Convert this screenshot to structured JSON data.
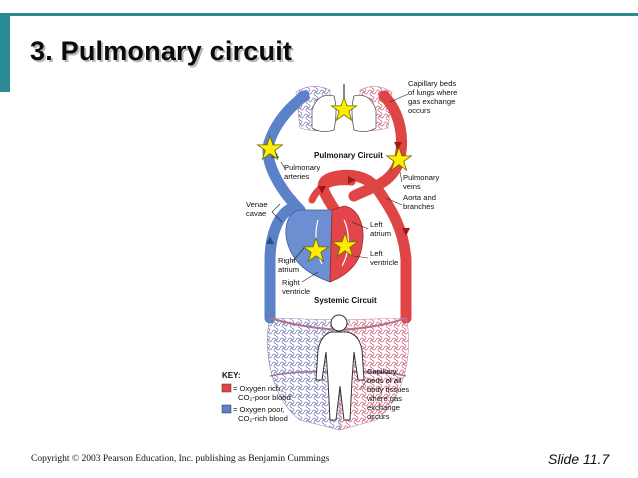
{
  "slide": {
    "title": "3. Pulmonary circuit",
    "copyright": "Copyright © 2003 Pearson Education, Inc. publishing as Benjamin Cummings",
    "slide_number": "Slide 11.7"
  },
  "diagram": {
    "circuits": {
      "pulmonary": "Pulmonary Circuit",
      "systemic": "Systemic Circuit"
    },
    "labels": {
      "capillary_lungs": [
        "Capillary beds",
        "of lungs where",
        "gas exchange",
        "occurs"
      ],
      "pulmonary_arteries": [
        "Pulmonary",
        "arteries"
      ],
      "pulmonary_veins": [
        "Pulmonary",
        "veins"
      ],
      "aorta": [
        "Aorta and",
        "branches"
      ],
      "venae_cavae": [
        "Venae",
        "cavae"
      ],
      "left_atrium": [
        "Left",
        "atrium"
      ],
      "left_ventricle": [
        "Left",
        "ventricle"
      ],
      "right_atrium": [
        "Right",
        "atrium"
      ],
      "right_ventricle": [
        "Right",
        "ventricle"
      ],
      "capillary_body": [
        "Capillary",
        "beds of all",
        "body tissues",
        "where gas",
        "exchange",
        "occurs"
      ]
    },
    "key": {
      "title": "KEY:",
      "items": [
        {
          "color": "#e04545",
          "lines": [
            "= Oxygen rich,",
            "CO₂-poor blood"
          ]
        },
        {
          "color": "#5b82c8",
          "lines": [
            "= Oxygen poor,",
            "CO₂-rich blood"
          ]
        }
      ]
    },
    "colors": {
      "oxygen_rich": "#e04545",
      "oxygen_poor": "#5b82c8",
      "star": "#ffee00"
    }
  }
}
